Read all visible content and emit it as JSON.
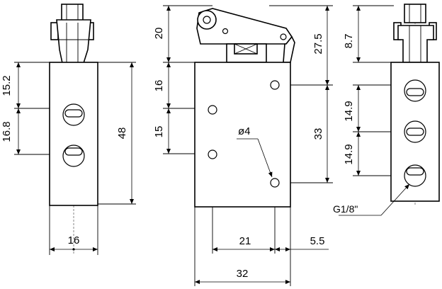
{
  "dimensions": {
    "left_view": {
      "d_15_2": "15.2",
      "d_16_8": "16.8",
      "d_48": "48",
      "d_16": "16"
    },
    "front_view": {
      "d_20": "20",
      "d_27_5": "27.5",
      "d_16": "16",
      "d_15": "15",
      "d_33": "33",
      "d_21": "21",
      "d_5_5": "5.5",
      "d_32": "32",
      "hole_dia": "ø4"
    },
    "right_view": {
      "d_8_7": "8.7",
      "d_14_9_a": "14.9",
      "d_14_9_b": "14.9",
      "thread": "G1/8\""
    }
  }
}
